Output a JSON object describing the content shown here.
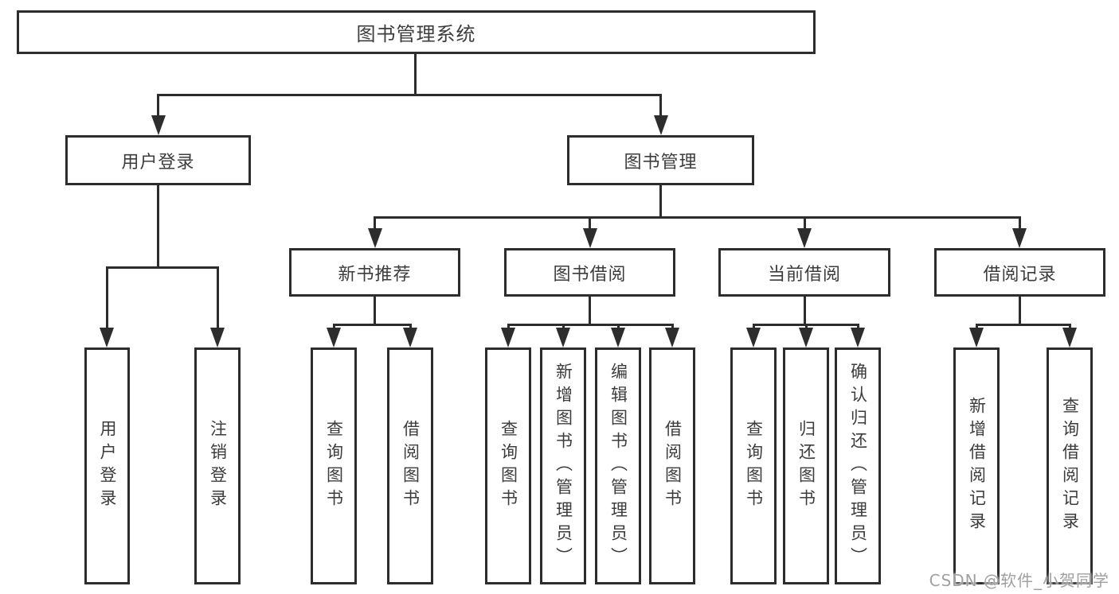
{
  "title": "图书管理系统",
  "watermark": "CSDN @软件_小贺同学",
  "colors": {
    "line": "#2d2d2d",
    "text": "#3c3c3c",
    "boxfill": "#ffffff",
    "background": "#ffffff",
    "watermark": "#a0a0a0"
  },
  "nodes": {
    "root": {
      "label": "图书管理系统"
    },
    "user_login_branch": {
      "label": "用户登录"
    },
    "book_management_branch": {
      "label": "图书管理"
    },
    "new_book_recommend": {
      "label": "新书推荐"
    },
    "book_borrowing": {
      "label": "图书借阅"
    },
    "current_borrowing": {
      "label": "当前借阅"
    },
    "borrowing_records": {
      "label": "借阅记录"
    },
    "leaves": {
      "user_login": "用户登录",
      "logout": "注销登录",
      "rec_query_books": "查询图书",
      "rec_borrow_books": "借阅图书",
      "borrow_query_books": "查询图书",
      "borrow_add_books": "新增图书（管理员）",
      "borrow_edit_books": "编辑图书（管理员）",
      "borrow_lend_books": "借阅图书",
      "current_query_books": "查询图书",
      "current_return_books": "归还图书",
      "current_confirm_return": "确认归还（管理员）",
      "records_add_record": "新增借阅记录",
      "records_query_record": "查询借阅记录"
    }
  }
}
